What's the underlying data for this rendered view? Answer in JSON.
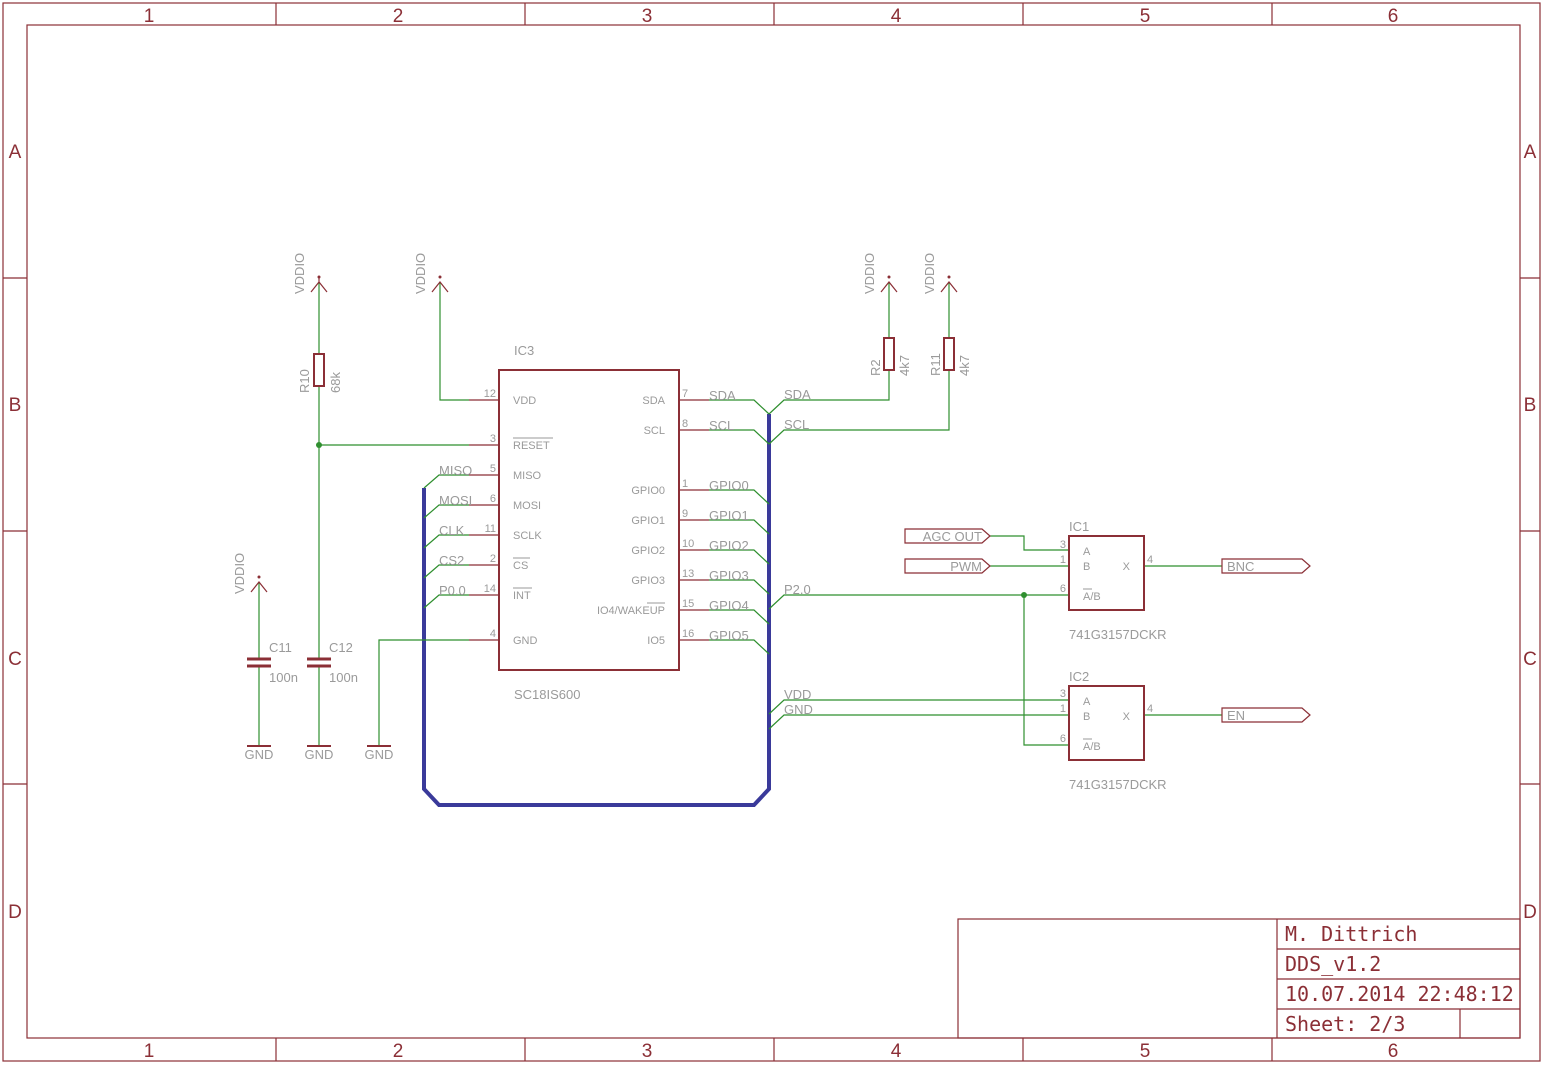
{
  "frame": {
    "columns": [
      "1",
      "2",
      "3",
      "4",
      "5",
      "6"
    ],
    "rows": [
      "A",
      "B",
      "C",
      "D"
    ]
  },
  "title_block": {
    "author": "M. Dittrich",
    "project": "DDS_v1.2",
    "datetime": "10.07.2014 22:48:12",
    "sheet": "Sheet: 2/3"
  },
  "power": {
    "vddio": "VDDIO",
    "gnd": "GND"
  },
  "ic3": {
    "ref": "IC3",
    "part": "SC18IS600",
    "left_pins": [
      {
        "num": "12",
        "name": "VDD"
      },
      {
        "num": "3",
        "name": "RESET"
      },
      {
        "num": "5",
        "name": "MISO"
      },
      {
        "num": "6",
        "name": "MOSI"
      },
      {
        "num": "11",
        "name": "SCLK"
      },
      {
        "num": "2",
        "name": "CS"
      },
      {
        "num": "14",
        "name": "INT"
      },
      {
        "num": "4",
        "name": "GND"
      }
    ],
    "right_pins": [
      {
        "num": "7",
        "name": "SDA"
      },
      {
        "num": "8",
        "name": "SCL"
      },
      {
        "num": "1",
        "name": "GPIO0"
      },
      {
        "num": "9",
        "name": "GPIO1"
      },
      {
        "num": "10",
        "name": "GPIO2"
      },
      {
        "num": "13",
        "name": "GPIO3"
      },
      {
        "num": "15",
        "name": "IO4/WAKEUP"
      },
      {
        "num": "16",
        "name": "IO5"
      }
    ]
  },
  "nets": {
    "left": [
      "MISO",
      "MOSI",
      "CLK",
      "CS2",
      "P0.0"
    ],
    "right": [
      "SDA",
      "SCL",
      "GPIO0",
      "GPIO1",
      "GPIO2",
      "GPIO3",
      "GPIO4",
      "GPIO5"
    ],
    "bus_out": [
      "SDA",
      "SCL",
      "P2.0",
      "VDD",
      "GND"
    ]
  },
  "passives": {
    "r10": {
      "ref": "R10",
      "value": "68k"
    },
    "r2": {
      "ref": "R2",
      "value": "4k7"
    },
    "r11": {
      "ref": "R11",
      "value": "4k7"
    },
    "c11": {
      "ref": "C11",
      "value": "100n"
    },
    "c12": {
      "ref": "C12",
      "value": "100n"
    }
  },
  "ic1": {
    "ref": "IC1",
    "part": "741G3157DCKR",
    "pins": [
      {
        "num": "3",
        "name": "A"
      },
      {
        "num": "1",
        "name": "B"
      },
      {
        "num": "6",
        "name": "A/B"
      },
      {
        "num": "4",
        "name": "X"
      }
    ],
    "in_a": "AGC OUT",
    "in_b": "PWM",
    "out": "BNC"
  },
  "ic2": {
    "ref": "IC2",
    "part": "741G3157DCKR",
    "pins": [
      {
        "num": "3",
        "name": "A"
      },
      {
        "num": "1",
        "name": "B"
      },
      {
        "num": "6",
        "name": "A/B"
      },
      {
        "num": "4",
        "name": "X"
      }
    ],
    "out": "EN"
  }
}
